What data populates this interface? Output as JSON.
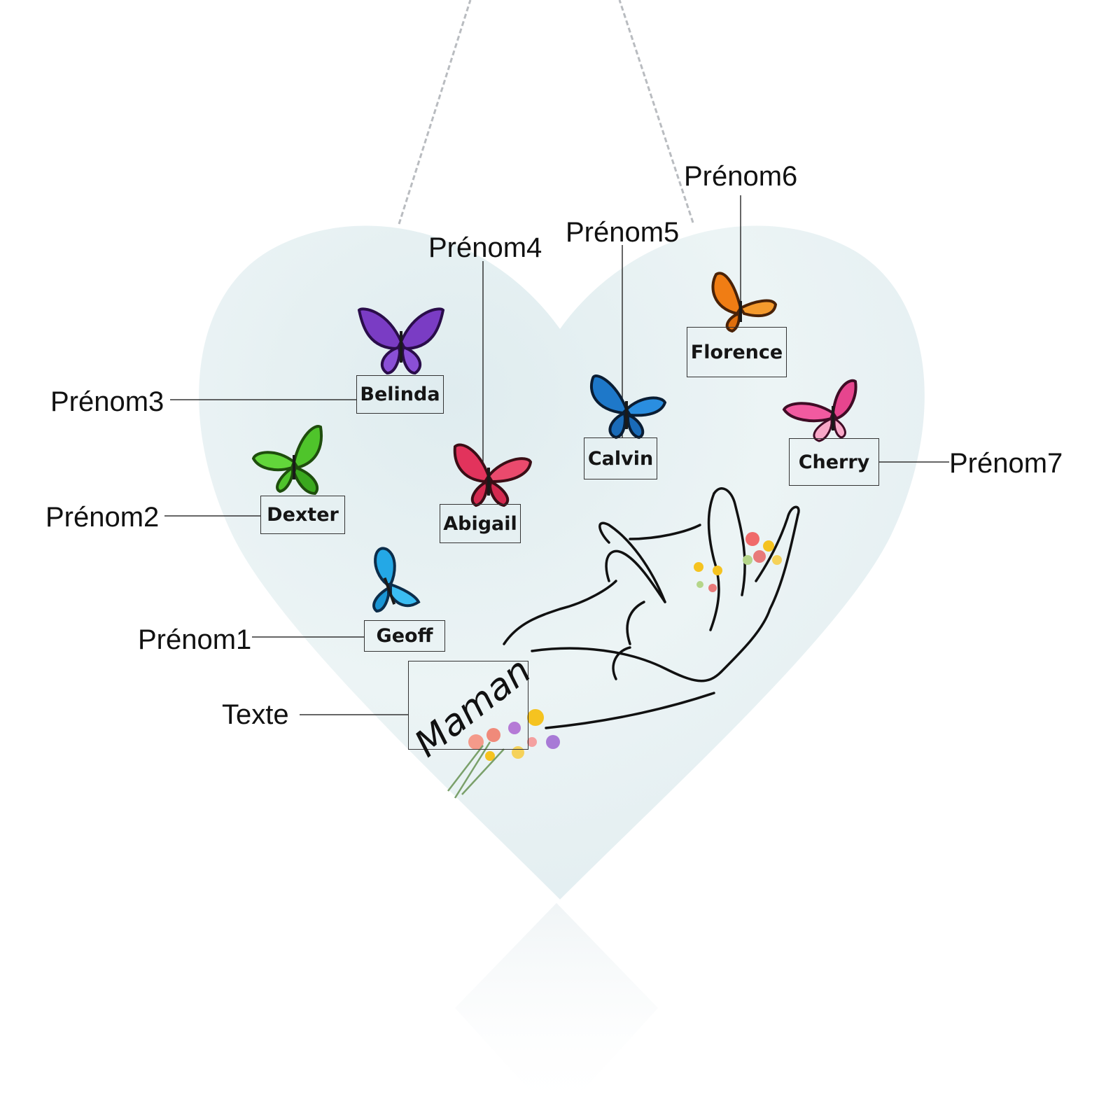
{
  "placeholders": {
    "prenom1": "Prénom1",
    "prenom2": "Prénom2",
    "prenom3": "Prénom3",
    "prenom4": "Prénom4",
    "prenom5": "Prénom5",
    "prenom6": "Prénom6",
    "prenom7": "Prénom7",
    "texte": "Texte"
  },
  "names": {
    "name1": "Geoff",
    "name2": "Dexter",
    "name3": "Belinda",
    "name4": "Abigail",
    "name5": "Calvin",
    "name6": "Florence",
    "name7": "Cherry"
  },
  "message": "Maman",
  "colors": {
    "heart_bg": "#e8f2f4",
    "heart_shade": "#d2e3e8",
    "butterfly_purple": "#7a3cc4",
    "butterfly_green": "#4fc42b",
    "butterfly_red": "#e2335c",
    "butterfly_blue_light": "#24a8e6",
    "butterfly_blue_morpho": "#1e78c9",
    "butterfly_orange": "#f07d14",
    "butterfly_pink": "#e6458e",
    "chain": "#b9bcc0"
  }
}
